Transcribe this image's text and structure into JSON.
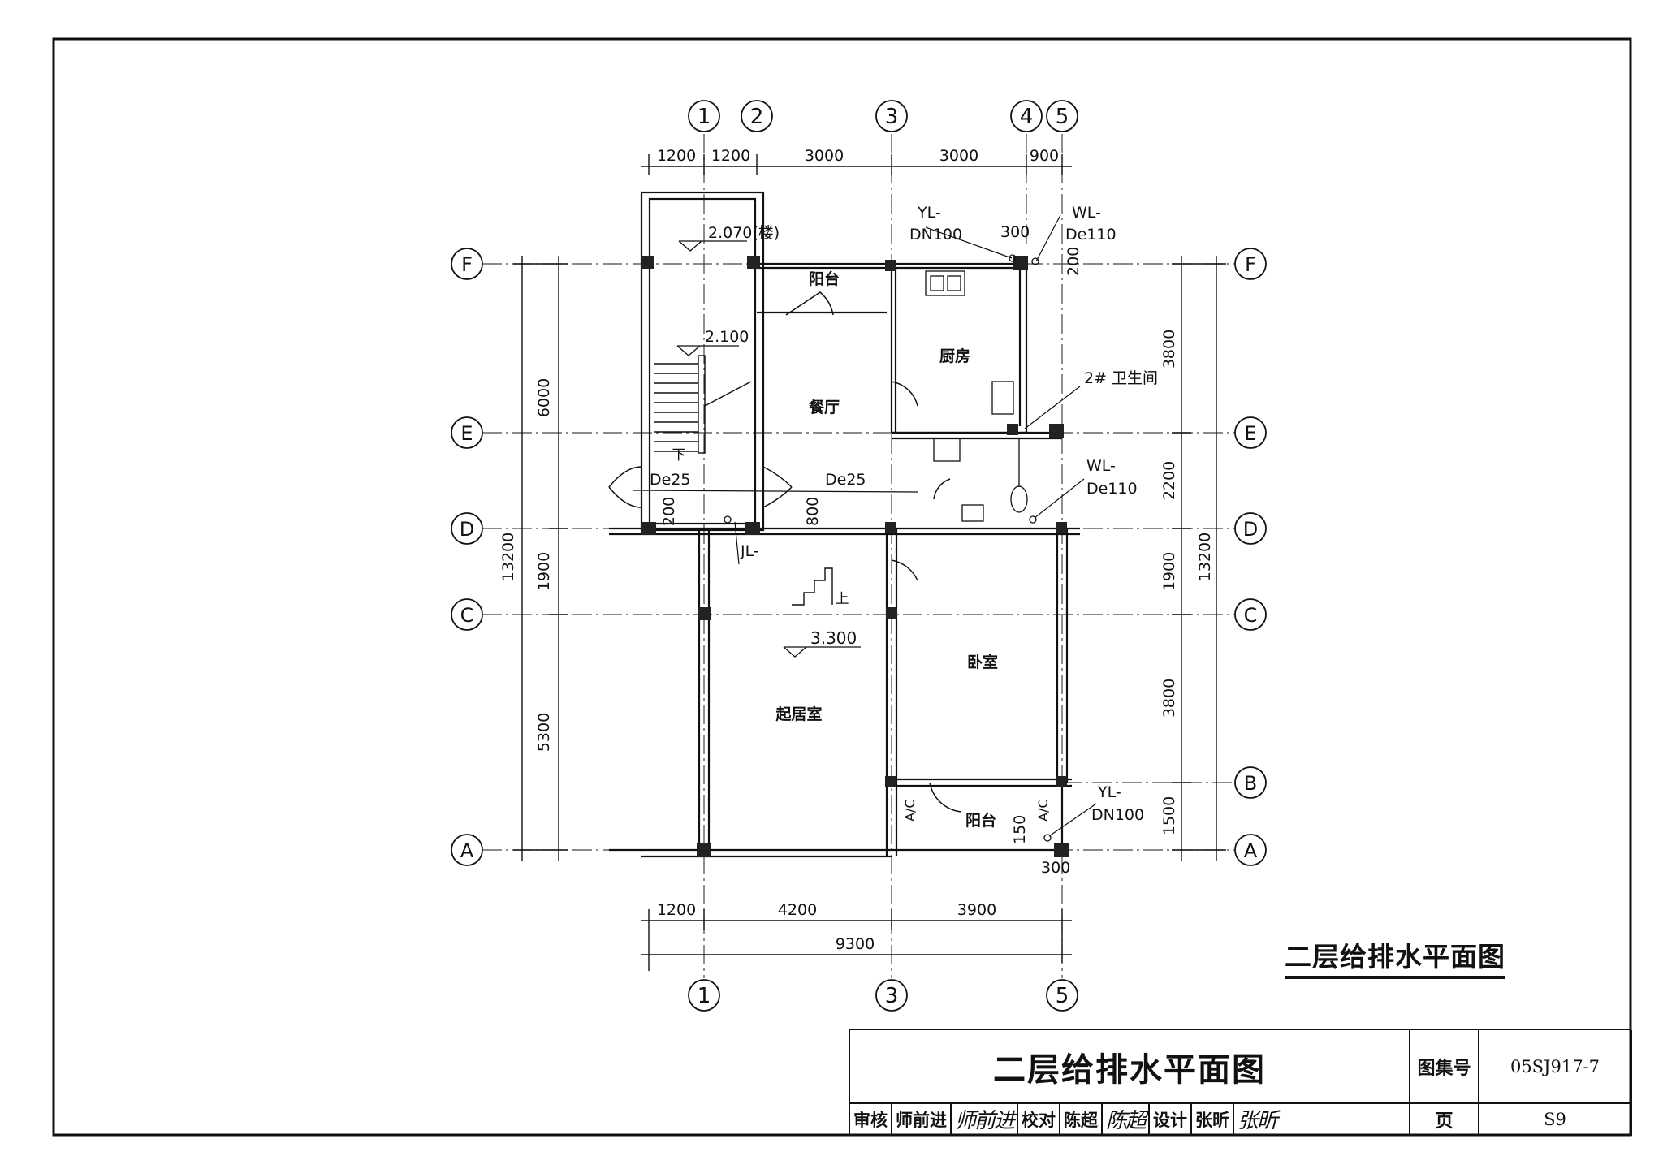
{
  "drawing": {
    "caption": "二层给排水平面图",
    "axes": {
      "top": [
        "1",
        "2",
        "3",
        "4",
        "5"
      ],
      "bottom": [
        "1",
        "3",
        "5"
      ],
      "rows": [
        "F",
        "E",
        "D",
        "C",
        "B",
        "A"
      ]
    },
    "dims_top": [
      "1200",
      "1200",
      "3000",
      "3000",
      "900"
    ],
    "dims_bottom": [
      "1200",
      "4200",
      "3900"
    ],
    "dim_total_bottom": "9300",
    "dims_left": [
      "6000",
      "1900",
      "5300"
    ],
    "dim_total_left": "13200",
    "dims_right": [
      "3800",
      "2200",
      "1900",
      "3800",
      "1500"
    ],
    "dim_total_right": "13200",
    "rooms": {
      "balcony_top": "阳台",
      "kitchen": "厨房",
      "dining": "餐厅",
      "bedroom": "卧室",
      "living": "起居室",
      "balcony_bottom": "阳台",
      "toilet": "2# 卫生间"
    },
    "levels": [
      "2.070(楼)",
      "2.100",
      "3.300"
    ],
    "pipes": {
      "yl_top": "YL-",
      "yl_top_size": "DN100",
      "wl_top": "WL-",
      "wl_top_size": "De110",
      "dim_300_top": "300",
      "dim_200": "200",
      "de25_left": "De25",
      "de25_mid": "De25",
      "dim_200_d": "200",
      "dim_800": "800",
      "jl": "JL-",
      "wl_mid": "WL-",
      "wl_mid_size": "De110",
      "yl_bottom": "YL-",
      "yl_bottom_size": "DN100",
      "dim_150": "150",
      "dim_300_bottom": "300",
      "ac_left": "A/C",
      "ac_right": "A/C",
      "stair_down": "下",
      "stair_up": "上"
    }
  },
  "title_block": {
    "title": "二层给排水平面图",
    "atlas_label": "图集号",
    "atlas_no": "05SJ917-7",
    "page_label": "页",
    "page_no": "S9",
    "review_label": "审核",
    "review_name": "师前进",
    "review_sig": "师前进",
    "check_label": "校对",
    "check_name": "陈超",
    "check_sig": "陈超",
    "design_label": "设计",
    "design_name": "张昕",
    "design_sig": "张昕"
  }
}
